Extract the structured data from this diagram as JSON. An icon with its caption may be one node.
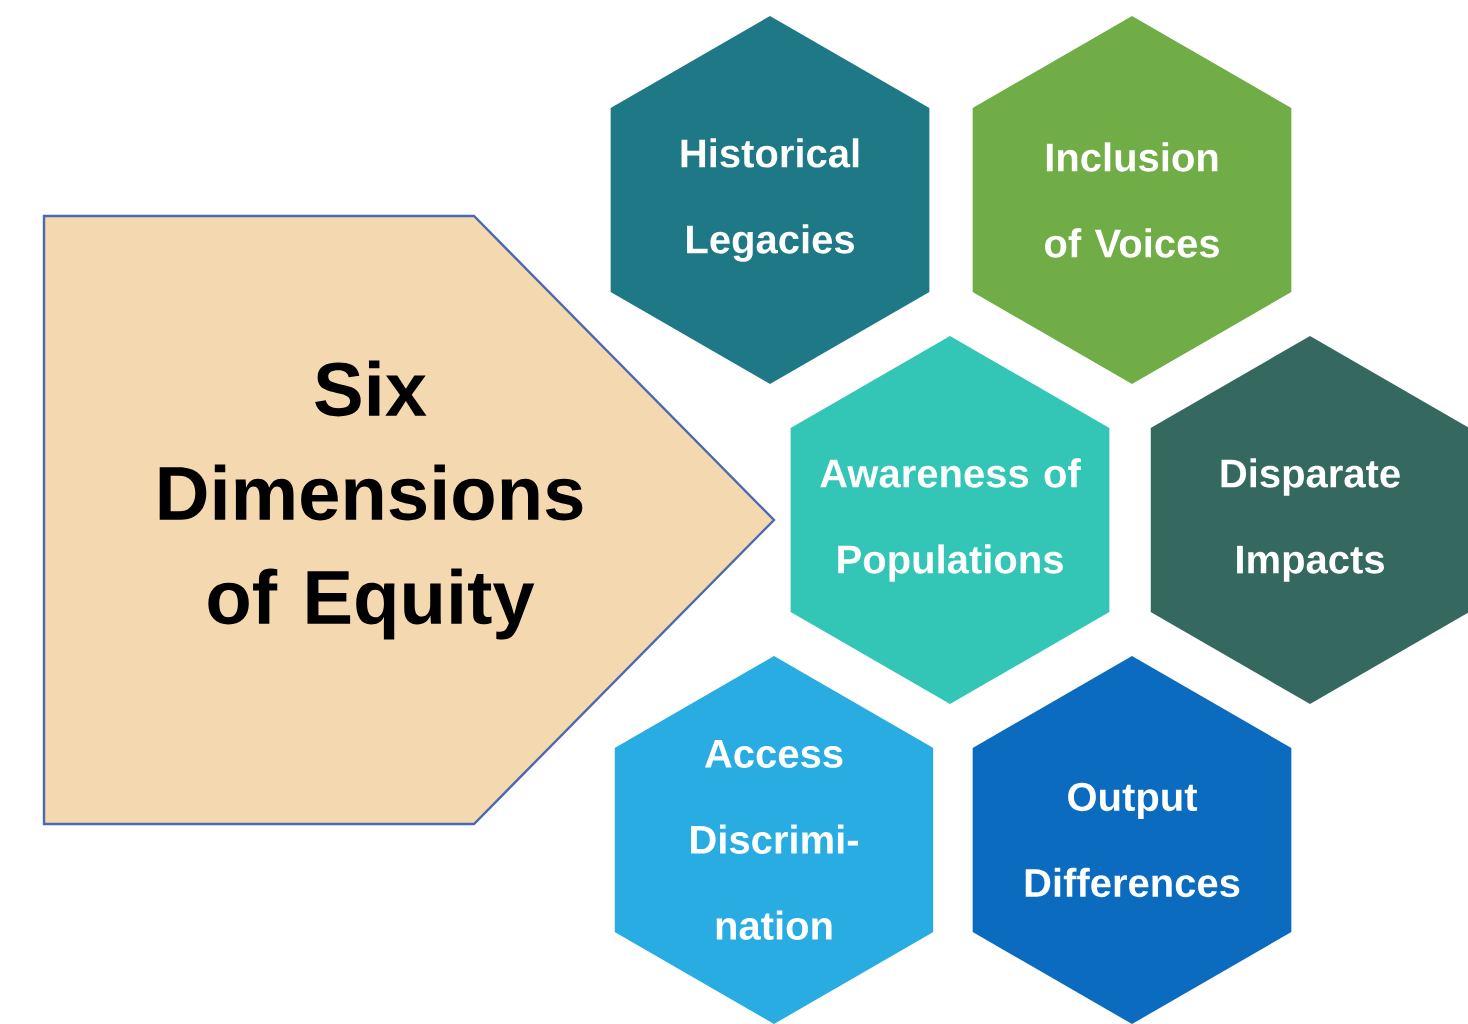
{
  "diagram": {
    "nodes": [
      {
        "text": [
          "Six Dimensions of Equity"
        ]
      },
      {
        "text": [
          "Historical Legacies"
        ]
      },
      {
        "text": [
          "Inclusion of Voices"
        ]
      },
      {
        "text": [
          "Awareness of Populations"
        ]
      },
      {
        "text": [
          "Disparate Impacts"
        ]
      },
      {
        "text": [
          "Access Discrimi- nation"
        ]
      },
      {
        "text": [
          "Output Differences"
        ]
      }
    ]
  }
}
